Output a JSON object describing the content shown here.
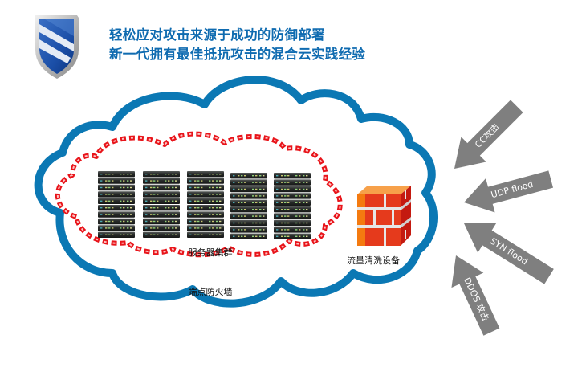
{
  "header": {
    "logo_icon": "shield-icon",
    "title_line1": "轻松应对攻击来源于成功的防御部署",
    "title_line2": "新一代拥有最佳抵抗攻击的混合云实践经验"
  },
  "diagram": {
    "cloud_label": "端点防火墙",
    "server_cluster_label": "服务器集群",
    "server_columns": 5,
    "servers_per_column": 10,
    "scrubbing_device_label": "流量清洗设备",
    "scrubbing_device_icon": "brick-firewall-icon",
    "attacks": [
      {
        "label": "CC攻击"
      },
      {
        "label": "UDP flood"
      },
      {
        "label": "SYN flood"
      },
      {
        "label": "DDOS 攻击"
      }
    ],
    "colors": {
      "title": "#0f6bb0",
      "cloud_outline": "#0b78b4",
      "firewall_dashes": "#e8141a",
      "arrow": "#7f7f7f",
      "brick_front": "#e53a1c",
      "brick_side": "#f47a10"
    }
  }
}
